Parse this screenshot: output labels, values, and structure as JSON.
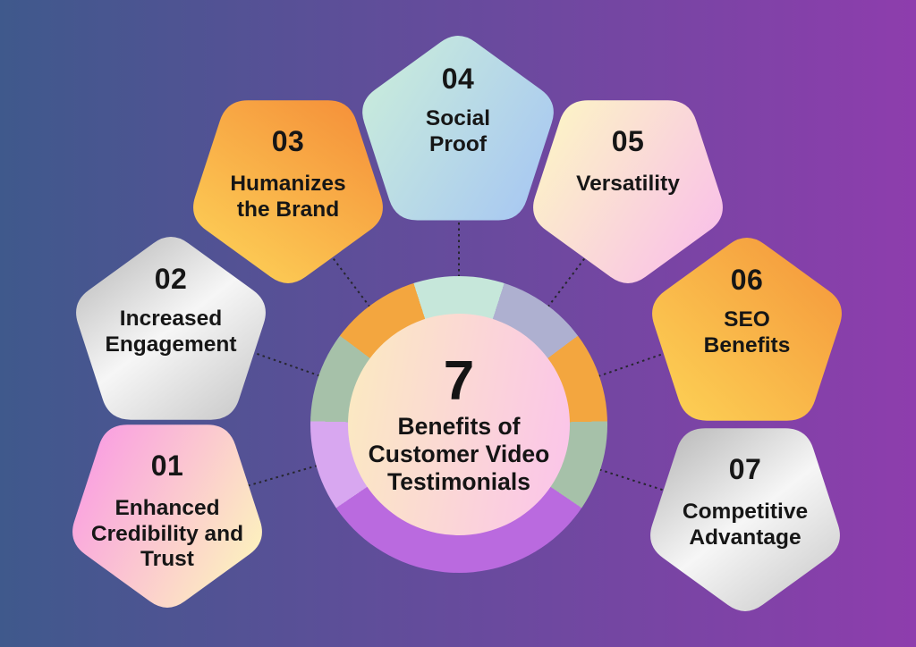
{
  "background": {
    "gradient_left": "#3F598C",
    "gradient_right": "#8E3DAD"
  },
  "center": {
    "count": "7",
    "title": "Benefits of Customer Video Testimonials",
    "circle_colors": [
      "#FBE9C2",
      "#FBC5E9"
    ],
    "connector_color": "#26262E",
    "text_color": "#141414"
  },
  "ring_segments": [
    {
      "name": "top",
      "color": "#C6E7DA",
      "from": -17.75,
      "to": 17.75
    },
    {
      "name": "upper-right",
      "color": "#AEB0D0",
      "from": 17.75,
      "to": 53.25
    },
    {
      "name": "right",
      "color": "#F3A63F",
      "from": 53.25,
      "to": 88.75
    },
    {
      "name": "lower-right",
      "color": "#A6C1A9",
      "from": 88.75,
      "to": 124.25
    },
    {
      "name": "bottom",
      "color": "#BA6ADF",
      "from": 124.25,
      "to": 235.75
    },
    {
      "name": "lower-left",
      "color": "#D8A7F0",
      "from": 235.75,
      "to": 271.25
    },
    {
      "name": "left",
      "color": "#A6C1A9",
      "from": 271.25,
      "to": 306.75
    },
    {
      "name": "upper-left",
      "color": "#F3A63F",
      "from": 306.75,
      "to": 342.25
    }
  ],
  "nodes": [
    {
      "number": "01",
      "label": "Enhanced Credibility and Trust",
      "shape": "pentagon-down",
      "colors": [
        "#F99EE2",
        "#FDF3BD"
      ]
    },
    {
      "number": "02",
      "label": "Increased Engagement",
      "shape": "pentagon-up",
      "colors": [
        "#B9B9B9",
        "#F6F6F6",
        "#C9C9C9"
      ]
    },
    {
      "number": "03",
      "label": "Humanizes the Brand",
      "shape": "pentagon-down",
      "colors": [
        "#F5913A",
        "#FDD157"
      ]
    },
    {
      "number": "04",
      "label": "Social Proof",
      "shape": "pentagon-up",
      "colors": [
        "#C9ECDB",
        "#A8C8F2"
      ]
    },
    {
      "number": "05",
      "label": "Versatility",
      "shape": "pentagon-down",
      "colors": [
        "#FCF4C6",
        "#F9BFE9"
      ]
    },
    {
      "number": "06",
      "label": "SEO Benefits",
      "shape": "pentagon-up",
      "colors": [
        "#F59B3D",
        "#FCCD53"
      ]
    },
    {
      "number": "07",
      "label": "Competitive Advantage",
      "shape": "pentagon-down",
      "colors": [
        "#B9B9B9",
        "#F6F6F6",
        "#C9C9C9"
      ]
    }
  ]
}
